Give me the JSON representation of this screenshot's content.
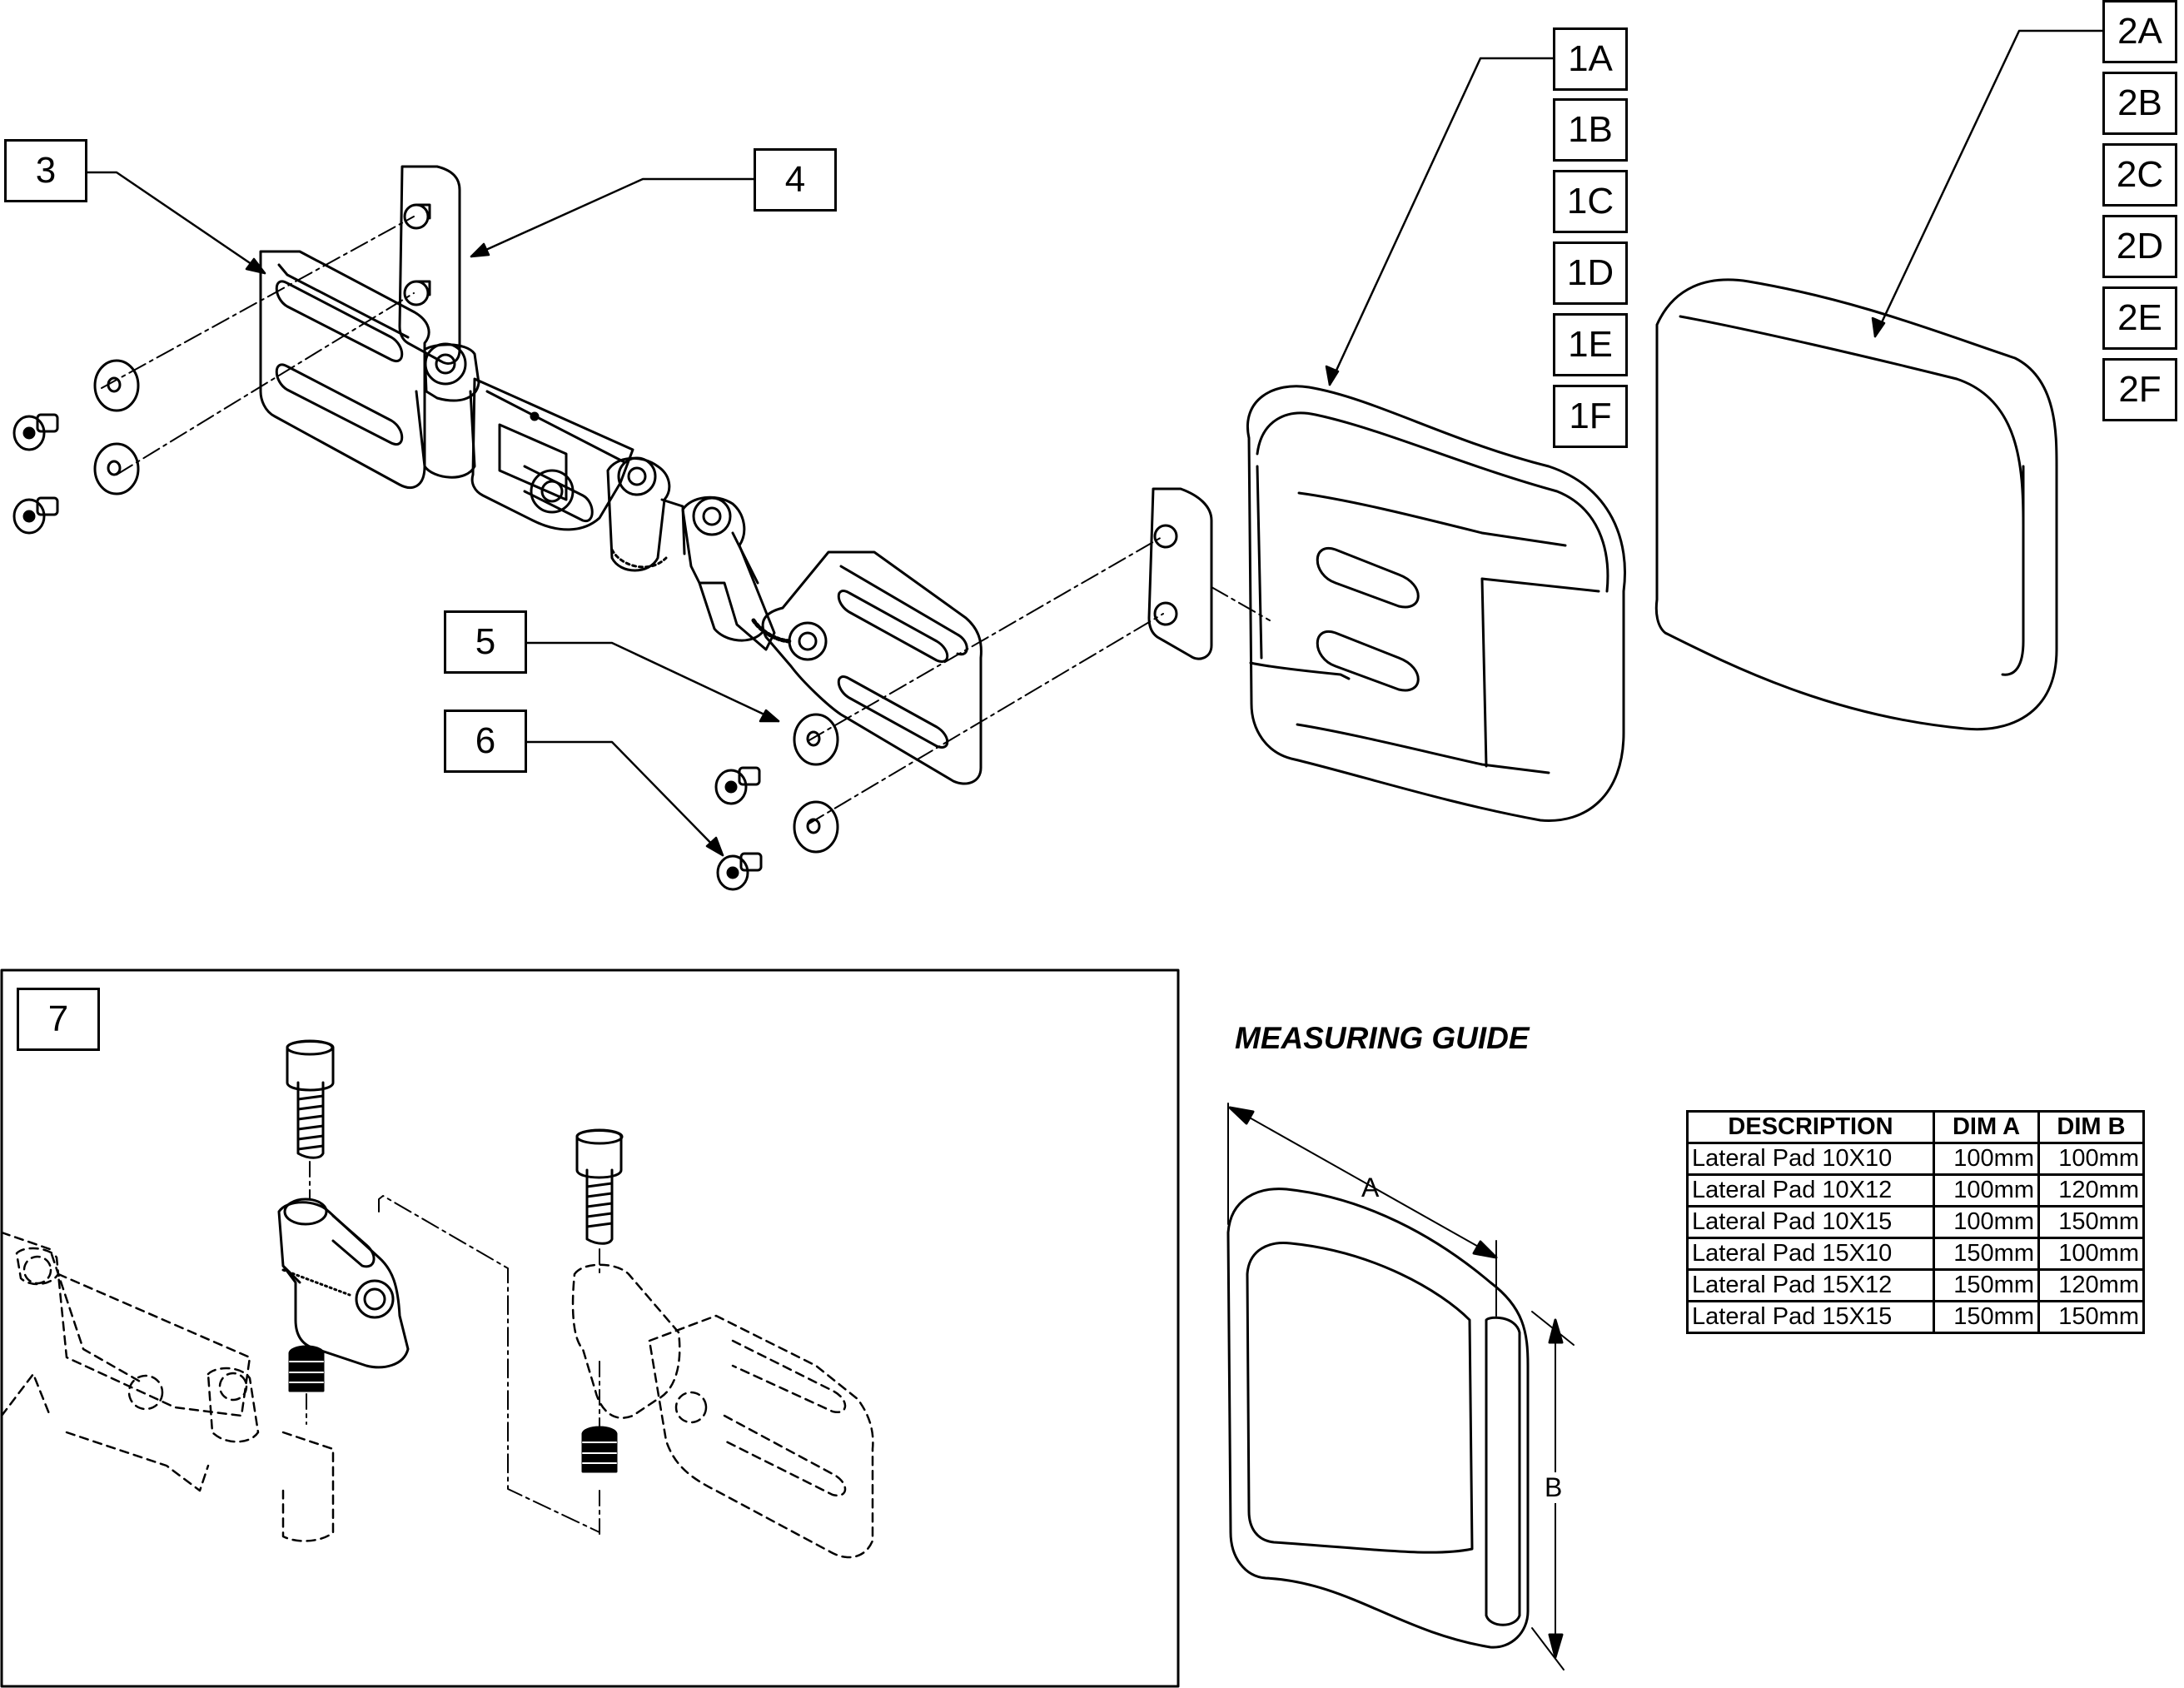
{
  "callouts": {
    "c1A": "1A",
    "c1B": "1B",
    "c1C": "1C",
    "c1D": "1D",
    "c1E": "1E",
    "c1F": "1F",
    "c2A": "2A",
    "c2B": "2B",
    "c2C": "2C",
    "c2D": "2D",
    "c2E": "2E",
    "c2F": "2F",
    "c3": "3",
    "c4": "4",
    "c5": "5",
    "c6": "6",
    "c7": "7"
  },
  "measuring_guide": {
    "title": "MEASURING GUIDE",
    "dim_a_label": "A",
    "dim_b_label": "B"
  },
  "table": {
    "headers": [
      "DESCRIPTION",
      "DIM A",
      "DIM B"
    ],
    "rows": [
      [
        "Lateral Pad 10X10",
        "100mm",
        "100mm"
      ],
      [
        "Lateral Pad 10X12",
        "100mm",
        "120mm"
      ],
      [
        "Lateral Pad 10X15",
        "100mm",
        "150mm"
      ],
      [
        "Lateral Pad 15X10",
        "150mm",
        "100mm"
      ],
      [
        "Lateral Pad 15X12",
        "150mm",
        "120mm"
      ],
      [
        "Lateral Pad 15X15",
        "150mm",
        "150mm"
      ]
    ]
  },
  "icons": [
    "lateral-pad-icon",
    "bracket-plate-icon",
    "button-screw-icon",
    "washer-icon",
    "cap-screw-icon",
    "spring-icon",
    "swing-arm-icon"
  ]
}
